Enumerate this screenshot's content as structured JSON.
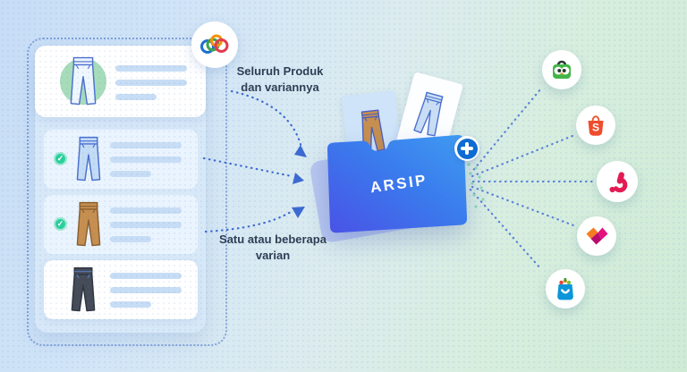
{
  "labels": {
    "all_products": "Seluruh Produk dan variannya",
    "some_variants": "Satu atau beberapa varian"
  },
  "folder": {
    "label": "ARSIP",
    "action_icon": "plus-icon",
    "gradient_start": "#4a52e6",
    "gradient_end": "#3f9bf1"
  },
  "product_list": {
    "badge_icon": "check-icon",
    "badge_color": "#2bcf9c",
    "rows": [
      {
        "thumb_icon": "jeans-white-icon",
        "accent": "green-circle",
        "selected": false,
        "skeleton_lines": 3
      },
      {
        "thumb_icon": "jeans-blue-icon",
        "selected": true,
        "skeleton_lines": 3
      },
      {
        "thumb_icon": "pants-brown-icon",
        "selected": true,
        "skeleton_lines": 3
      },
      {
        "thumb_icon": "jeans-dark-icon",
        "selected": false,
        "skeleton_lines": 3
      }
    ]
  },
  "logo": {
    "icon": "omnichannel-rings-icon",
    "colors": [
      "#1e6fd0",
      "#3aa64c",
      "#f2930d",
      "#e23b4e"
    ]
  },
  "arrows": {
    "color": "#3c6ad0",
    "style": "dotted-curved",
    "count": 3
  },
  "channel_lines": {
    "color": "#5b82d8",
    "style": "dotted",
    "count": 5
  },
  "marketplaces": [
    {
      "name": "tokopedia",
      "icon": "tokopedia-bag-icon",
      "color": "#42b549"
    },
    {
      "name": "shopee",
      "icon": "shopee-bag-icon",
      "color": "#ee4d2d"
    },
    {
      "name": "bukalapak",
      "icon": "bukalapak-b-icon",
      "color": "#e31b54"
    },
    {
      "name": "lazada",
      "icon": "lazada-heart-icon",
      "color": "#f57c1f"
    },
    {
      "name": "blibli",
      "icon": "blibli-bag-icon",
      "color": "#0a96d9"
    }
  ],
  "check_glyph": "✓"
}
